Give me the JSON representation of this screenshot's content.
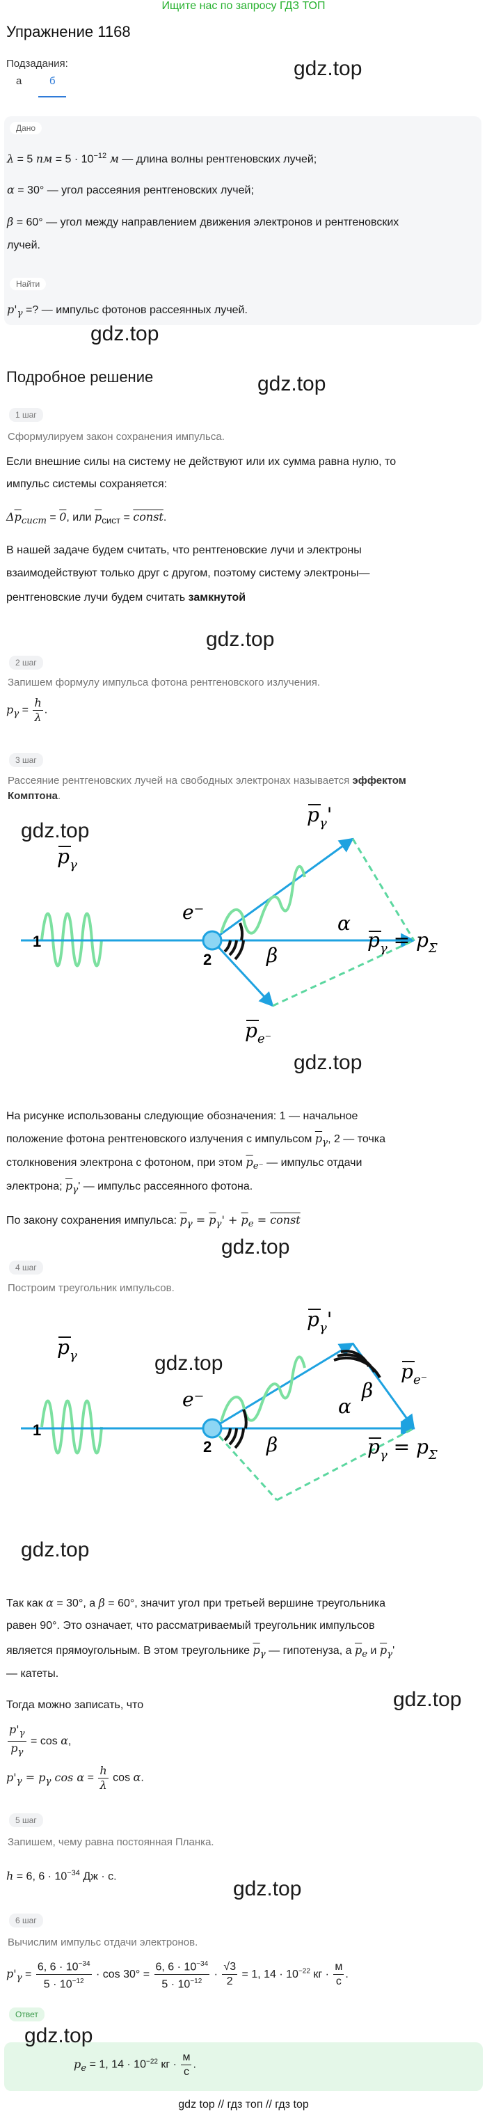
{
  "banner": "Ищите нас по запросу ГДЗ ТОП",
  "title": "Упражнение 1168",
  "subtasks_label": "Подзадания:",
  "tabs": [
    {
      "label": "а"
    },
    {
      "label": "б"
    }
  ],
  "watermark": "gdz.top",
  "given": {
    "pill": "Дано",
    "line1_text": " — длина волны рентгеновских лучей;",
    "line2_text": " — угол рассеяния рентгеновских лучей;",
    "line3_text": " — угол между направлением движения электронов и рентгеновских",
    "line3b_text": "лучей."
  },
  "find": {
    "pill": "Найти",
    "line_text": " — импульс фотонов рассеянных лучей."
  },
  "solution_title": "Подробное решение",
  "steps": [
    {
      "pill": "1 шаг",
      "caption": "Сформулируем закон сохранения импульса."
    },
    {
      "pill": "2 шаг",
      "caption": "Запишем формулу импульса фотона рентгеновского излучения."
    },
    {
      "pill": "3 шаг",
      "caption": "Рассеяние рентгеновских лучей на свободных электронах называется",
      "caption_bold": "эффектом",
      "caption2_bold": "Комптона"
    },
    {
      "pill": "4 шаг",
      "caption": "Построим треугольник импульсов."
    },
    {
      "pill": "5 шаг",
      "caption": "Запишем, чему равна постоянная Планка."
    },
    {
      "pill": "6 шаг",
      "caption": "Вычислим импульс отдачи электронов."
    }
  ],
  "step1": {
    "p1": "Если внешние силы на систему не действуют или их сумма равна нулю, то",
    "p2": "импульс системы сохраняется:",
    "p3_mid": ", или ",
    "p4": "В нашей задаче будем считать, что рентгеновские лучи и электроны",
    "p5": "взаимодействуют только друг с другом, поэтому систему электроны—",
    "p6": "рентгеновские лучи будем считать ",
    "p6_bold": "замкнутой"
  },
  "desc": {
    "l1": "На рисунке использованы следующие обозначения: 1 — начальное",
    "l2": "положение фотона рентгеновского излучения с импульсом ",
    "l2b": ", 2 — точка",
    "l3": "столкновения электрона с фотоном, при этом ",
    "l3b": " — импульс отдачи",
    "l4": "электрона; ",
    "l4b": " — импульс рассеянного фотона.",
    "l5": "По закону сохранения импульса: "
  },
  "step4_text": {
    "l1a": "Так как ",
    "l1b": ", а ",
    "l1c": ", значит угол при третьей вершине треугольника",
    "l2a": "равен ",
    "l2b": ". Это означает, что рассматриваемый треугольник импульсов",
    "l3": "является прямоугольным. В этом треугольнике ",
    "l3b": " — гипотенуза, а ",
    "l3c": " и ",
    "l4": "— катеты.",
    "l5": "Тогда можно записать, что"
  },
  "answer_pill": "Ответ",
  "footer": "gdz top  //  гдз топ  //  гдз top",
  "diagram": {
    "label_1": "1",
    "label_2": "2",
    "label_e": "e⁻",
    "label_alpha": "α",
    "label_beta": "β"
  },
  "colors": {
    "accent": "#2f7bd8",
    "banner": "#27b12f",
    "arrow": "#1ea2e0",
    "wave": "#7ce0a0",
    "answer_bg": "#e4f7e8"
  }
}
